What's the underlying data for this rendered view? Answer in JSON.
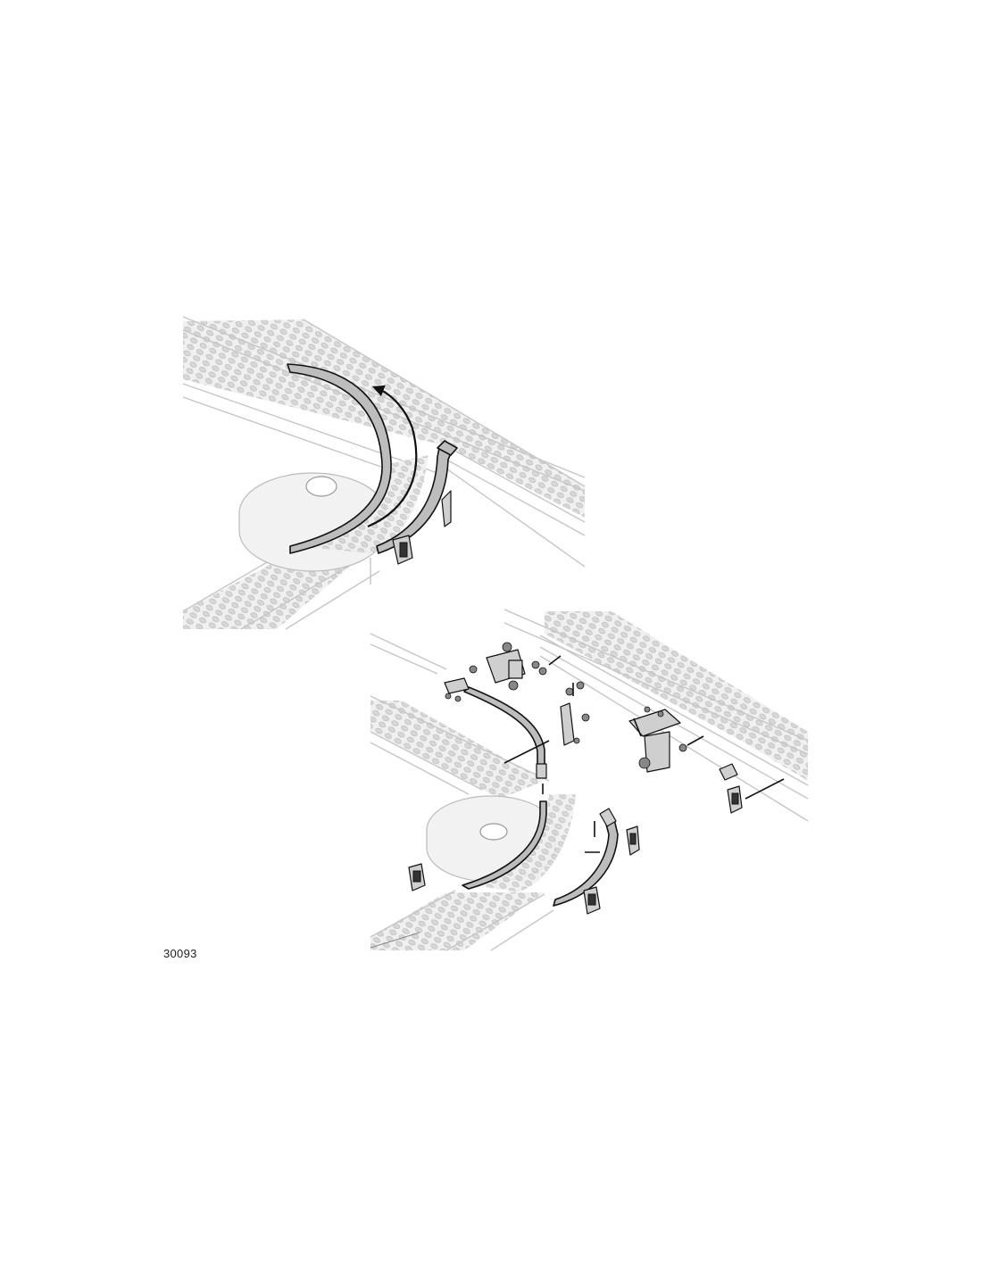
{
  "figure": {
    "number": "30093",
    "top_view": "curve-guide-rail-installed",
    "bottom_view": "curve-guide-rail-exploded-assembly"
  },
  "colors": {
    "rail_gray": "#c6c6c6",
    "guide_fill": "#bdbdbd",
    "ink": "#111111",
    "wheel_fill": "#f2f2f2"
  }
}
